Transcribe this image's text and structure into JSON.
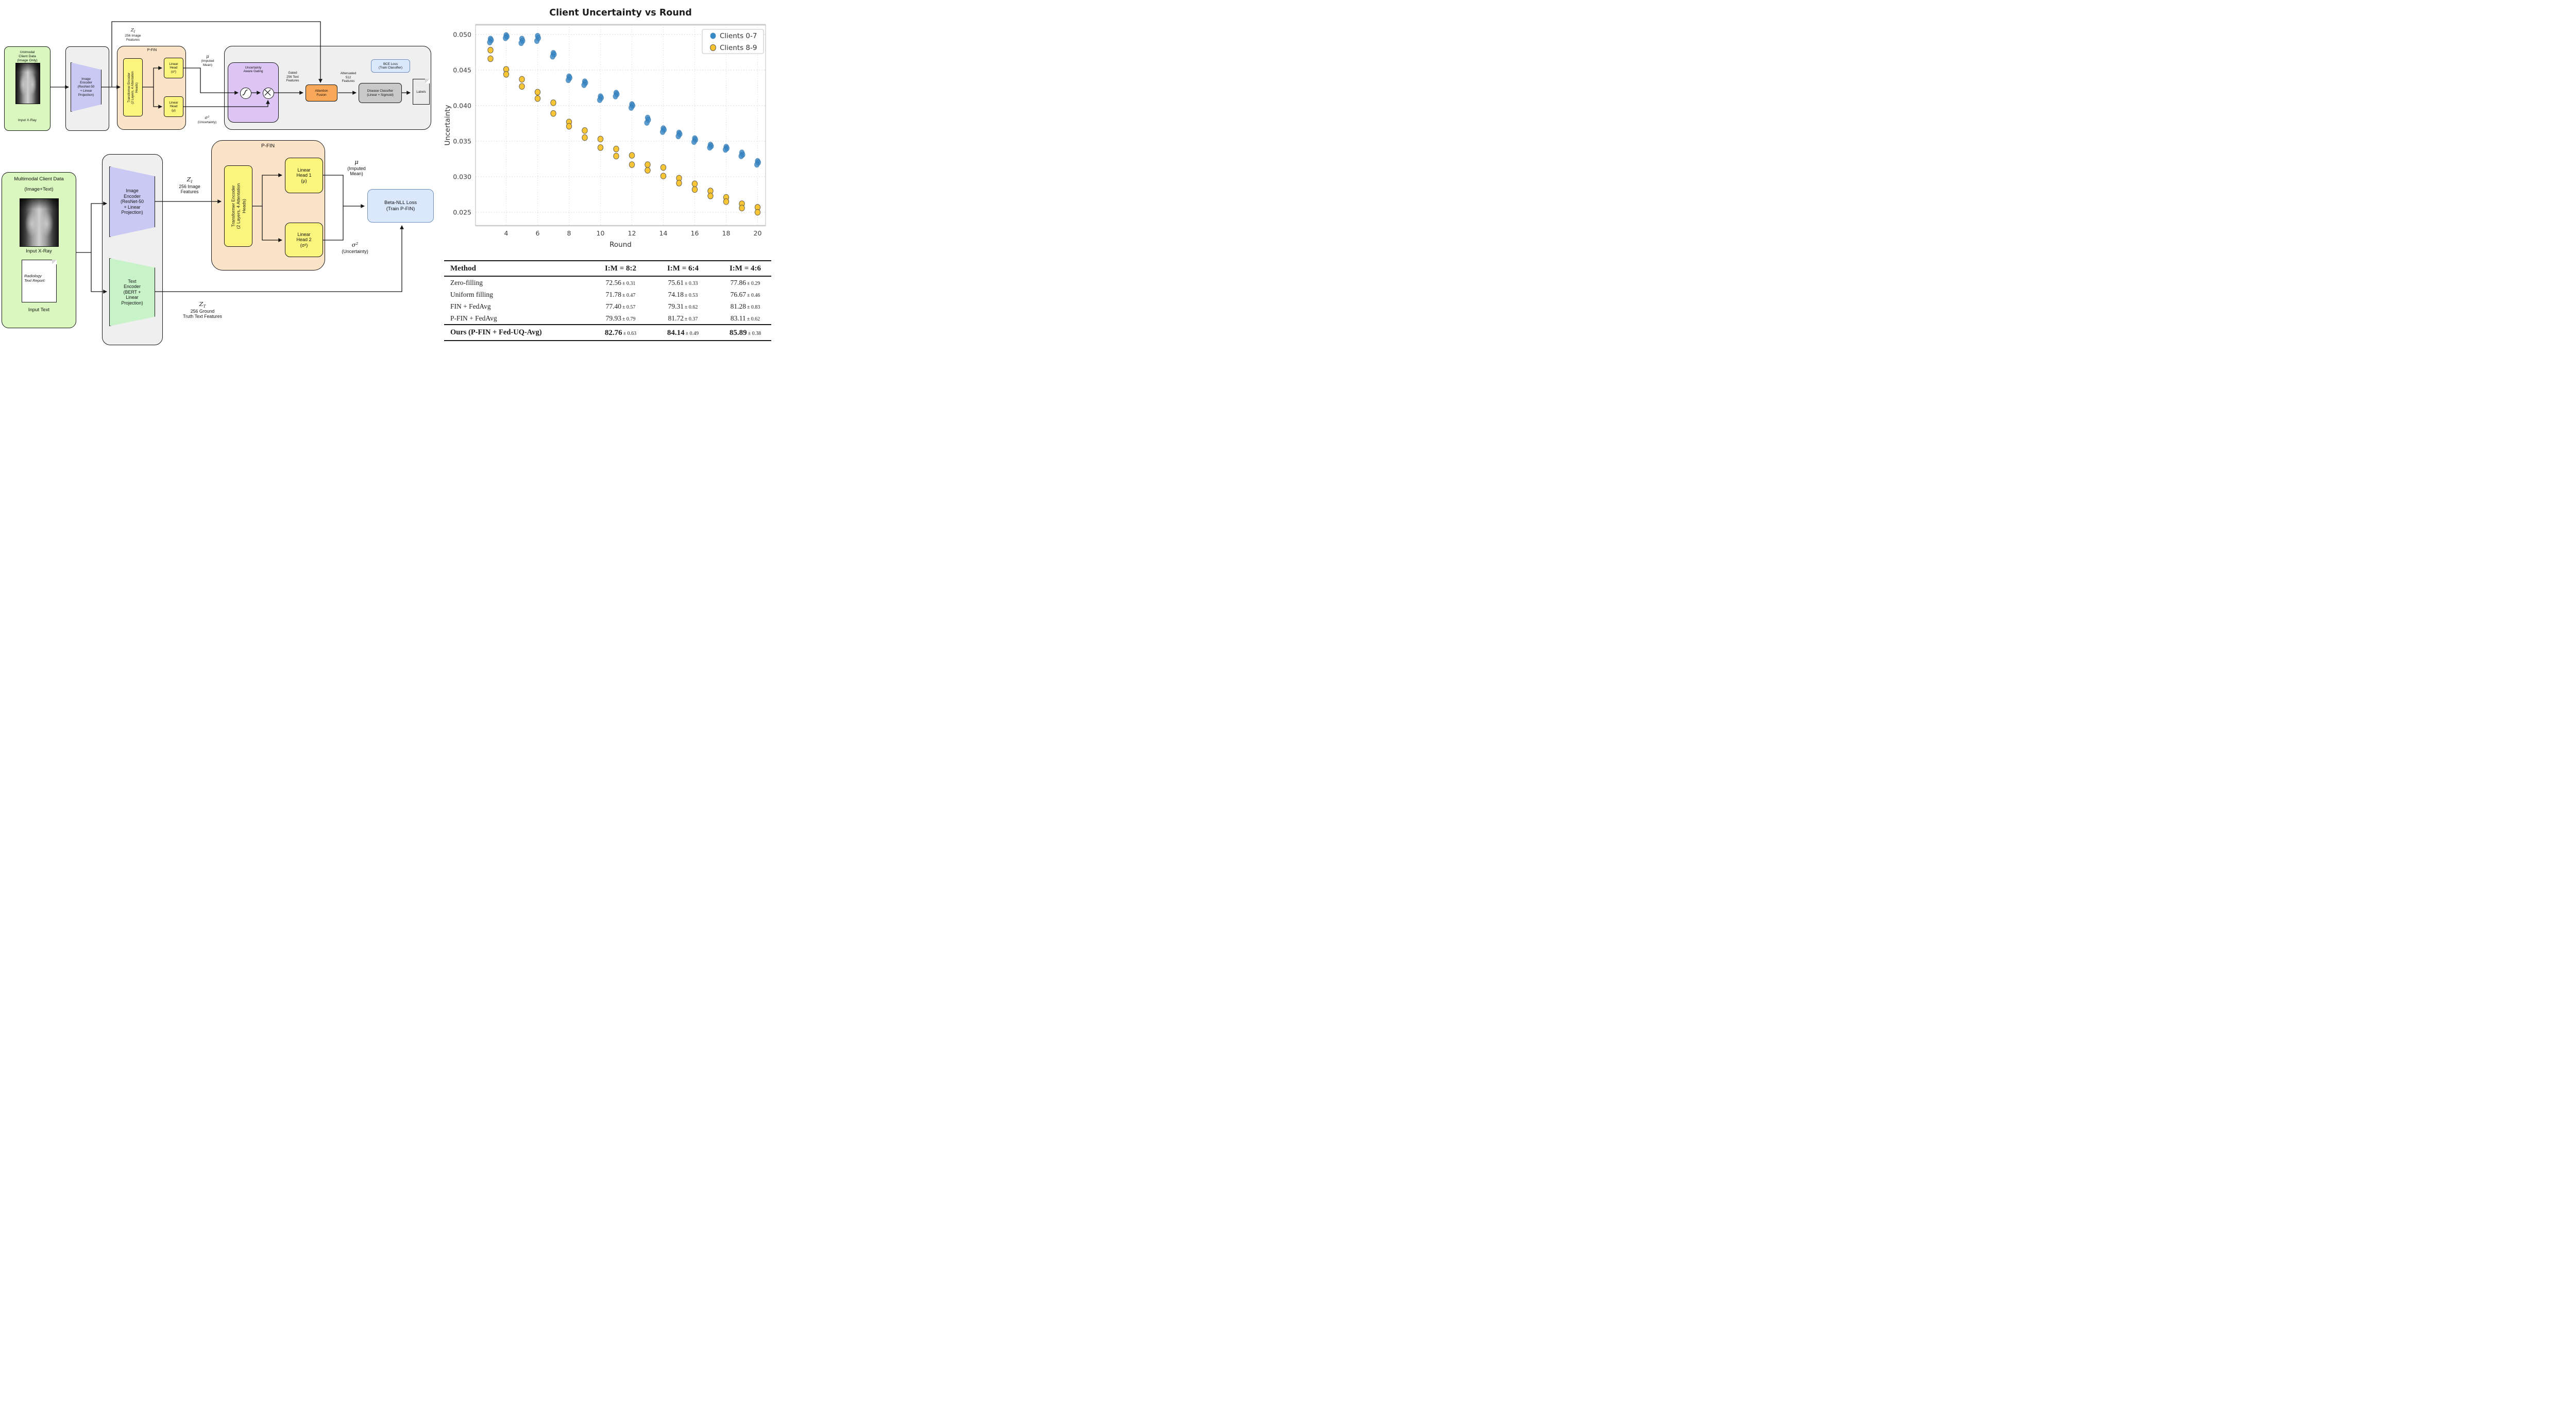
{
  "colors": {
    "client_green": "#d9f7be",
    "container_gray": "#efefef",
    "encoder_purple": "#c9c9f3",
    "text_encoder_mint": "#c8f2c8",
    "pfin_orange": "#fbe3c7",
    "module_yellow": "#fbf57e",
    "gating_lavender": "#ddc6f5",
    "fusion_orange": "#f9a758",
    "classifier_gray": "#c9c9c9",
    "loss_blue": "#dbe8fb",
    "loss_blue_border": "#6c8ebf",
    "blue_point": "#3a88c4",
    "yellow_point": "#f8c330",
    "wire_black": "#161616"
  },
  "diagram_top": {
    "client": {
      "title": "Unimodal\nClient Data\n(Image Only)",
      "caption": "Input X-Ray"
    },
    "image_encoder": "Image\nEncoder\n(ResNet-50\n+ Linear\nProjection)",
    "zi": {
      "sym": "Z",
      "sub": "I",
      "desc": "256 Image\nFeatures"
    },
    "pfin_title": "P-FIN",
    "transformer": "Transformer Encoder\n(2 Layers, 4 Attentation\nHeads)",
    "head_top": "Linear\nHead\n(σ²)",
    "head_bottom": "Linear\nHead\n(μ)",
    "mu_out": {
      "sym": "μ",
      "desc": "(Imputed\nMean)"
    },
    "sigma_out": {
      "sym": "σ²",
      "desc": "(Uncertainty)"
    },
    "gating_title": "Uncertainty\nAware Gating",
    "gated_label": "Gated\n256 Text\nFeatures",
    "fusion": "Attention\nFusion",
    "attenuated_label": "Attenuated\n512\nFeatures",
    "classifier": "Disease Classifier\n(Linear + Sigmoid)",
    "labels_doc": "Labels",
    "bce": "BCE Loss\n(Train Classifier)"
  },
  "diagram_bottom": {
    "client": {
      "title": "Multimodal Client Data",
      "subtitle": "(Image+Text)",
      "caption_image": "Input X-Ray",
      "doc_text": "Radiology\nText Report:",
      "caption_text": "Input Text"
    },
    "image_encoder": "Image\nEncoder\n(ResNet-50\n+ Linear\nProjection)",
    "text_encoder": "Text\nEncoder\n(BERT +\nLinear\nProjection)",
    "zi": {
      "sym": "Z",
      "sub": "I",
      "desc": "256 Image\nFeatures"
    },
    "zt": {
      "sym": "Z",
      "sub": "T",
      "desc": "256 Ground\nTruth Text Features"
    },
    "pfin_title": "P-FIN",
    "transformer": "Transformer Encoder\n(2 Layers, 4 Attentation\nHeads)",
    "head1": "Linear\nHead 1\n(μ)",
    "head2": "Linear\nHead 2\n(σ²)",
    "mu_out": {
      "sym": "μ",
      "desc": "(Imputed\nMean)"
    },
    "sigma_out": {
      "sym": "σ²",
      "desc": "(Uncertainty)"
    },
    "beta": "Beta-NLL Loss\n(Train P-FIN)"
  },
  "chart_data": {
    "type": "scatter",
    "title": "Client Uncertainty vs Round",
    "xlabel": "Round",
    "ylabel": "Uncertainty",
    "xlim": [
      2.5,
      20.6
    ],
    "ylim": [
      0.0235,
      0.0515
    ],
    "xticks": [
      4,
      6,
      8,
      10,
      12,
      14,
      16,
      18,
      20
    ],
    "yticks": [
      0.025,
      0.03,
      0.035,
      0.04,
      0.045,
      0.05
    ],
    "grid": true,
    "legend_position": "upper right",
    "series": [
      {
        "name": "Clients 0-7",
        "color": "#3a88c4",
        "points": [
          [
            3,
            0.0494
          ],
          [
            3,
            0.0492
          ],
          [
            3,
            0.0489
          ],
          [
            4,
            0.0499
          ],
          [
            4,
            0.0497
          ],
          [
            4,
            0.0495
          ],
          [
            5,
            0.0494
          ],
          [
            5,
            0.0491
          ],
          [
            5,
            0.0488
          ],
          [
            6,
            0.0498
          ],
          [
            6,
            0.0495
          ],
          [
            6,
            0.0491
          ],
          [
            7,
            0.0474
          ],
          [
            7,
            0.0472
          ],
          [
            7,
            0.0469
          ],
          [
            8,
            0.0441
          ],
          [
            8,
            0.0439
          ],
          [
            8,
            0.0436
          ],
          [
            9,
            0.0434
          ],
          [
            9,
            0.0432
          ],
          [
            9,
            0.0429
          ],
          [
            10,
            0.0413
          ],
          [
            10,
            0.0411
          ],
          [
            10,
            0.0408
          ],
          [
            11,
            0.0418
          ],
          [
            11,
            0.0416
          ],
          [
            11,
            0.0413
          ],
          [
            12,
            0.0402
          ],
          [
            12,
            0.04
          ],
          [
            12,
            0.0397
          ],
          [
            13,
            0.0383
          ],
          [
            13,
            0.038
          ],
          [
            13,
            0.0376
          ],
          [
            14,
            0.0368
          ],
          [
            14,
            0.0366
          ],
          [
            14,
            0.0363
          ],
          [
            15,
            0.0362
          ],
          [
            15,
            0.036
          ],
          [
            15,
            0.0357
          ],
          [
            16,
            0.0354
          ],
          [
            16,
            0.0352
          ],
          [
            16,
            0.0349
          ],
          [
            17,
            0.0345
          ],
          [
            17,
            0.0343
          ],
          [
            17,
            0.0341
          ],
          [
            18,
            0.0342
          ],
          [
            18,
            0.034
          ],
          [
            18,
            0.0338
          ],
          [
            19,
            0.0334
          ],
          [
            19,
            0.0331
          ],
          [
            19,
            0.0329
          ],
          [
            20,
            0.0322
          ],
          [
            20,
            0.032
          ],
          [
            20,
            0.0317
          ]
        ]
      },
      {
        "name": "Clients 8-9",
        "color": "#f8c330",
        "points": [
          [
            3,
            0.0478
          ],
          [
            3,
            0.0466
          ],
          [
            4,
            0.0451
          ],
          [
            4,
            0.0444
          ],
          [
            5,
            0.0437
          ],
          [
            5,
            0.0427
          ],
          [
            6,
            0.0419
          ],
          [
            6,
            0.041
          ],
          [
            7,
            0.0404
          ],
          [
            7,
            0.0389
          ],
          [
            8,
            0.0377
          ],
          [
            8,
            0.0371
          ],
          [
            9,
            0.0365
          ],
          [
            9,
            0.0355
          ],
          [
            10,
            0.0353
          ],
          [
            10,
            0.0341
          ],
          [
            11,
            0.0339
          ],
          [
            11,
            0.0329
          ],
          [
            12,
            0.033
          ],
          [
            12,
            0.0317
          ],
          [
            13,
            0.0317
          ],
          [
            13,
            0.0309
          ],
          [
            14,
            0.0313
          ],
          [
            14,
            0.0301
          ],
          [
            15,
            0.0298
          ],
          [
            15,
            0.0291
          ],
          [
            16,
            0.029
          ],
          [
            16,
            0.0282
          ],
          [
            17,
            0.028
          ],
          [
            17,
            0.0273
          ],
          [
            18,
            0.0271
          ],
          [
            18,
            0.0265
          ],
          [
            19,
            0.0262
          ],
          [
            19,
            0.0256
          ],
          [
            20,
            0.0257
          ],
          [
            20,
            0.025
          ]
        ]
      }
    ]
  },
  "table": {
    "header": [
      "Method",
      "I:M = 8:2",
      "I:M = 6:4",
      "I:M = 4:6"
    ],
    "rows": [
      {
        "method": "Zero-filling",
        "vals": [
          {
            "v": "72.56",
            "e": "± 0.31"
          },
          {
            "v": "75.61",
            "e": "± 0.33"
          },
          {
            "v": "77.86",
            "e": "± 0.29"
          }
        ]
      },
      {
        "method": "Uniform filling",
        "vals": [
          {
            "v": "71.78",
            "e": "± 0.47"
          },
          {
            "v": "74.18",
            "e": "± 0.53"
          },
          {
            "v": "76.67",
            "e": "± 0.46"
          }
        ]
      },
      {
        "method": "FIN + FedAvg",
        "vals": [
          {
            "v": "77.40",
            "e": "± 0.57"
          },
          {
            "v": "79.31",
            "e": "± 0.62"
          },
          {
            "v": "81.28",
            "e": "± 0.83"
          }
        ]
      },
      {
        "method": "P-FIN + FedAvg",
        "vals": [
          {
            "v": "79.93",
            "e": "± 0.79"
          },
          {
            "v": "81.72",
            "e": "± 0.37"
          },
          {
            "v": "83.11",
            "e": "± 0.62"
          }
        ]
      }
    ],
    "ours": {
      "method": "Ours (P-FIN + Fed-UQ-Avg)",
      "vals": [
        {
          "v": "82.76",
          "e": "± 0.63"
        },
        {
          "v": "84.14",
          "e": "± 0.49"
        },
        {
          "v": "85.89",
          "e": "± 0.38"
        }
      ]
    }
  }
}
